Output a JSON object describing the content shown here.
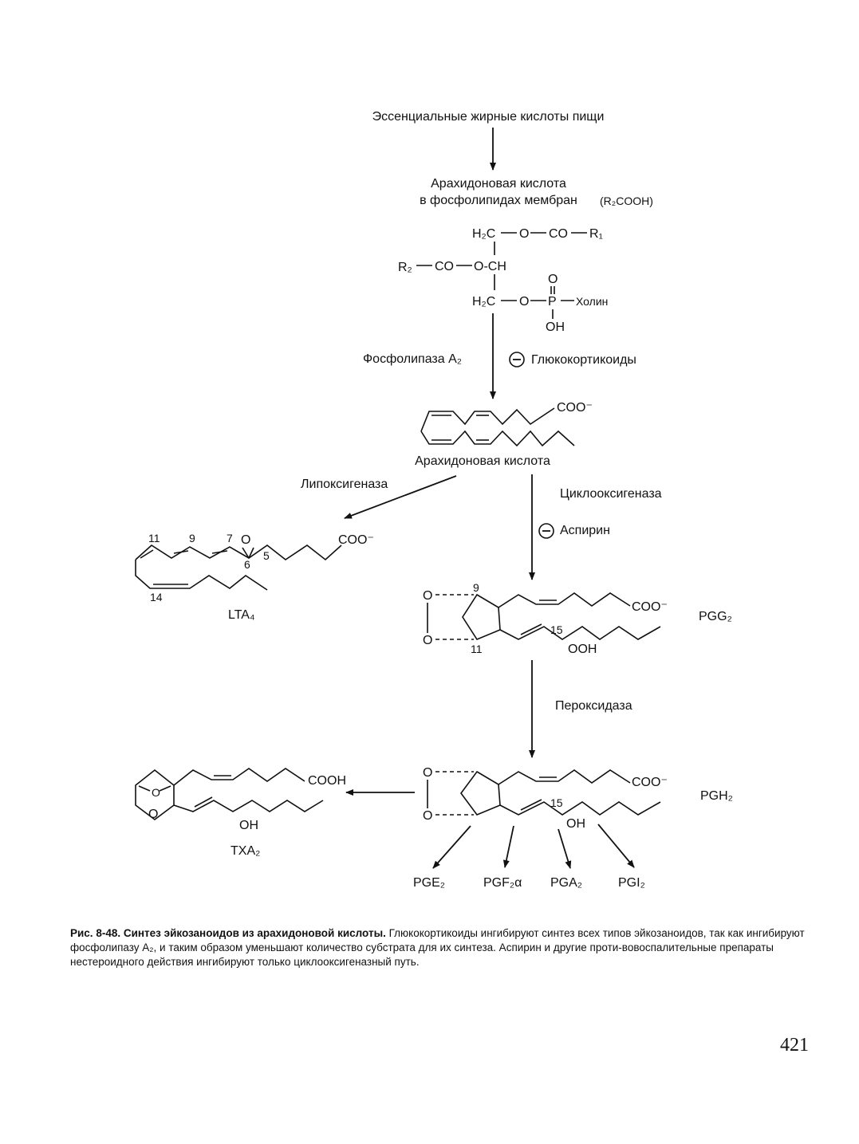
{
  "labels": {
    "source": "Эссенциальные жирные кислоты пищи",
    "arach_membrane_1": "Арахидоновая кислота",
    "arach_membrane_2": "в фосфолипидах мембран",
    "r2cooh": "(R₂COOH)",
    "phospholipase": "Фосфолипаза A₂",
    "glucocorticoids": "Глюкокортикоиды",
    "arachidonic_acid": "Арахидоновая кислота",
    "lipoxygenase": "Липоксигеназа",
    "cyclooxygenase": "Циклооксигеназа",
    "aspirin": "Аспирин",
    "peroxidase": "Пероксидаза",
    "lta4": "LTA₄",
    "pgg2": "PGG₂",
    "pgh2": "PGH₂",
    "txa2": "TXA₂",
    "pge2": "PGE₂",
    "pgf2a": "PGF₂α",
    "pga2": "PGA₂",
    "pgi2": "PGI₂"
  },
  "chem": {
    "h2c": "H₂C",
    "o": "O",
    "co": "CO",
    "r1": "R₁",
    "r2": "R₂",
    "och": "O-CH",
    "p": "P",
    "choline": "Холин",
    "oh": "OH",
    "coo_minus": "COO⁻",
    "cooh": "COOH",
    "ooh": "OOH",
    "n5": "5",
    "n6": "6",
    "n7": "7",
    "n9": "9",
    "n11": "11",
    "n14": "14",
    "n15": "15"
  },
  "caption": {
    "title": "Рис. 8-48. Синтез эйкозаноидов из арахидоновой кислоты.",
    "body": "Глюкокортикоиды ингибируют синтез всех типов эйкозаноидов, так как ингибируют фосфолипазу A₂, и таким образом уменьшают количество субстрата для их синтеза. Аспирин и другие проти-вовоспалительные препараты нестероидного действия ингибируют только циклооксигеназный путь."
  },
  "page_number": "421",
  "icons": [
    "minus-circle-icon",
    "arrow-icon"
  ]
}
